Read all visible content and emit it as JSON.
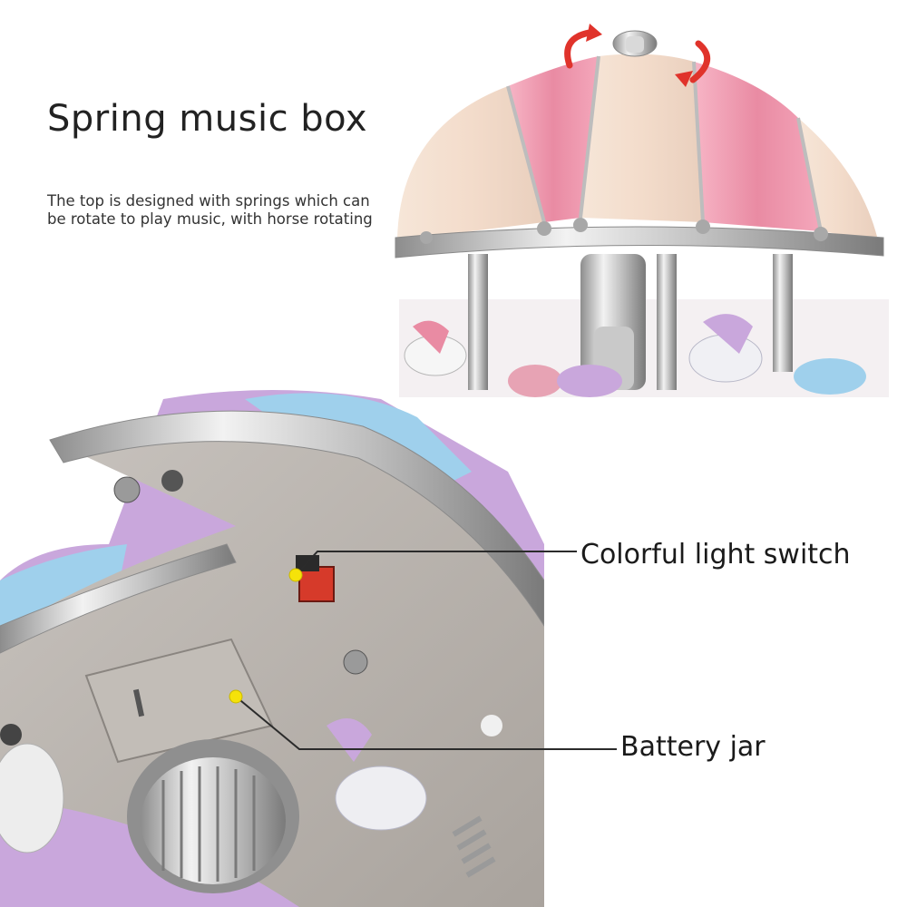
{
  "heading": "Spring music box",
  "description": "The top is designed with springs which can be rotate to play music, with horse rotating",
  "callouts": {
    "light_switch": "Colorful light switch",
    "battery": "Battery jar"
  },
  "colors": {
    "canopy_pink": "#e98ba3",
    "canopy_cream": "#f3dccb",
    "arrow_red": "#e0332b",
    "switch_red": "#d63a2a",
    "marker_yellow": "#f5e20a",
    "base_gray": "#b9b4ae",
    "dome_blue": "#9fd0ec",
    "dome_lilac": "#c9a7dc"
  }
}
